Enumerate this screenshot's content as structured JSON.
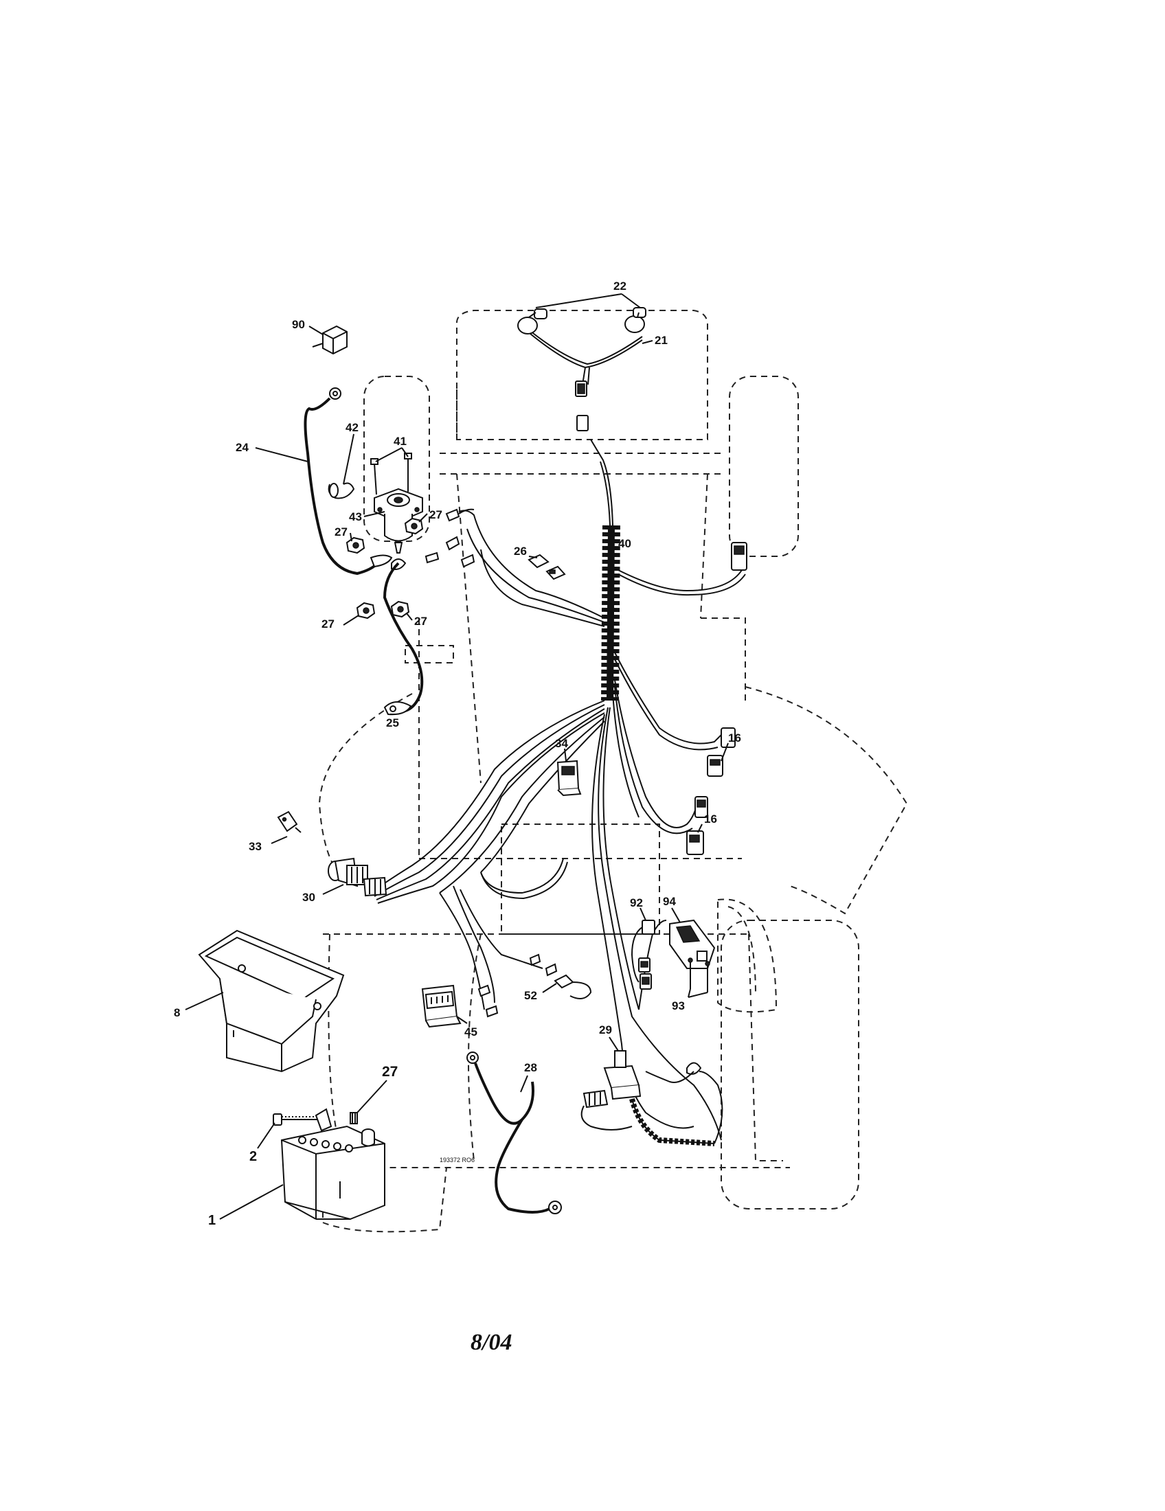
{
  "callouts": {
    "c22": "22",
    "c21": "21",
    "c90": "90",
    "c24": "24",
    "c42": "42",
    "c41": "41",
    "c43": "43",
    "c27a": "27",
    "c27b": "27",
    "c27c": "27",
    "c27d": "27",
    "c27e": "27",
    "c26": "26",
    "c40": "40",
    "c25": "25",
    "c16a": "16",
    "c16b": "16",
    "c34": "34",
    "c33": "33",
    "c30": "30",
    "c92": "92",
    "c94": "94",
    "c93": "93",
    "c52": "52",
    "c8": "8",
    "c45": "45",
    "c29": "29",
    "c28": "28",
    "c2": "2",
    "c1": "1"
  },
  "drawing_ref": "193372 RO6",
  "date_label": "8/04"
}
